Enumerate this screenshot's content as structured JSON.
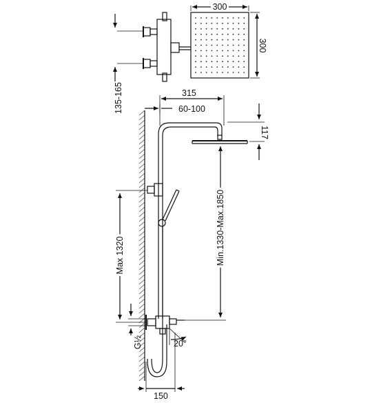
{
  "dimensions": {
    "head_width": "300",
    "head_depth": "300",
    "wall_spacing": "135-165",
    "arm_projection": "315",
    "arm_range": "60-100",
    "head_drop": "117",
    "column_height": "Min.1330-Max.1850",
    "max_height": "Max 1320",
    "inlet_thread": "G½",
    "spout_angle": "20°",
    "bottom_width": "150"
  },
  "colors": {
    "ink": "#111111",
    "background": "#ffffff"
  }
}
